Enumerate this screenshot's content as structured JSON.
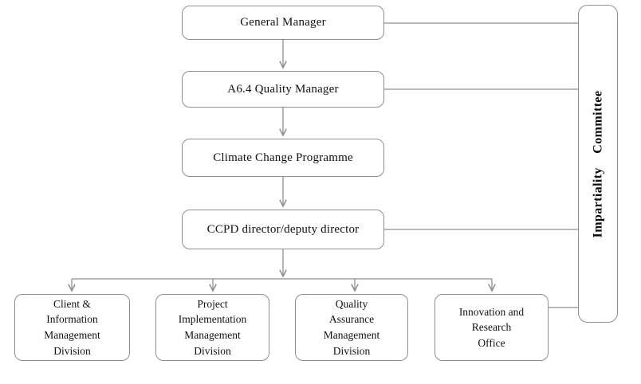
{
  "diagram": {
    "type": "org-chart",
    "nodes": {
      "general_manager": {
        "label": "General Manager"
      },
      "quality_manager": {
        "label": "A6.4 Quality Manager"
      },
      "climate_programme": {
        "label": "Climate Change Programme"
      },
      "ccpd_director": {
        "label": "CCPD director/deputy director"
      },
      "client_info_division": {
        "label": "Client &\nInformation\nManagement\nDivision"
      },
      "project_impl_division": {
        "label": "Project\nImplementation\nManagement\nDivision"
      },
      "quality_assurance_division": {
        "label": "Quality\nAssurance\nManagement\nDivision"
      },
      "innovation_office": {
        "label": "Innovation and\nResearch\nOffice"
      },
      "impartiality_committee": {
        "label": "Impartiality Committee"
      }
    },
    "edges": [
      {
        "from": "general_manager",
        "to": "quality_manager",
        "style": "arrow"
      },
      {
        "from": "quality_manager",
        "to": "climate_programme",
        "style": "arrow"
      },
      {
        "from": "climate_programme",
        "to": "ccpd_director",
        "style": "arrow"
      },
      {
        "from": "ccpd_director",
        "to": "client_info_division",
        "style": "arrow"
      },
      {
        "from": "ccpd_director",
        "to": "project_impl_division",
        "style": "arrow"
      },
      {
        "from": "ccpd_director",
        "to": "quality_assurance_division",
        "style": "arrow"
      },
      {
        "from": "ccpd_director",
        "to": "innovation_office",
        "style": "arrow"
      },
      {
        "from": "general_manager",
        "to": "impartiality_committee",
        "style": "line"
      },
      {
        "from": "quality_manager",
        "to": "impartiality_committee",
        "style": "line"
      },
      {
        "from": "ccpd_director",
        "to": "impartiality_committee",
        "style": "line"
      },
      {
        "from": "innovation_office",
        "to": "impartiality_committee",
        "style": "line"
      }
    ],
    "colors": {
      "border": "#8f8f8f",
      "line": "#8f8f8f",
      "text": "#111111",
      "background": "#ffffff"
    }
  }
}
